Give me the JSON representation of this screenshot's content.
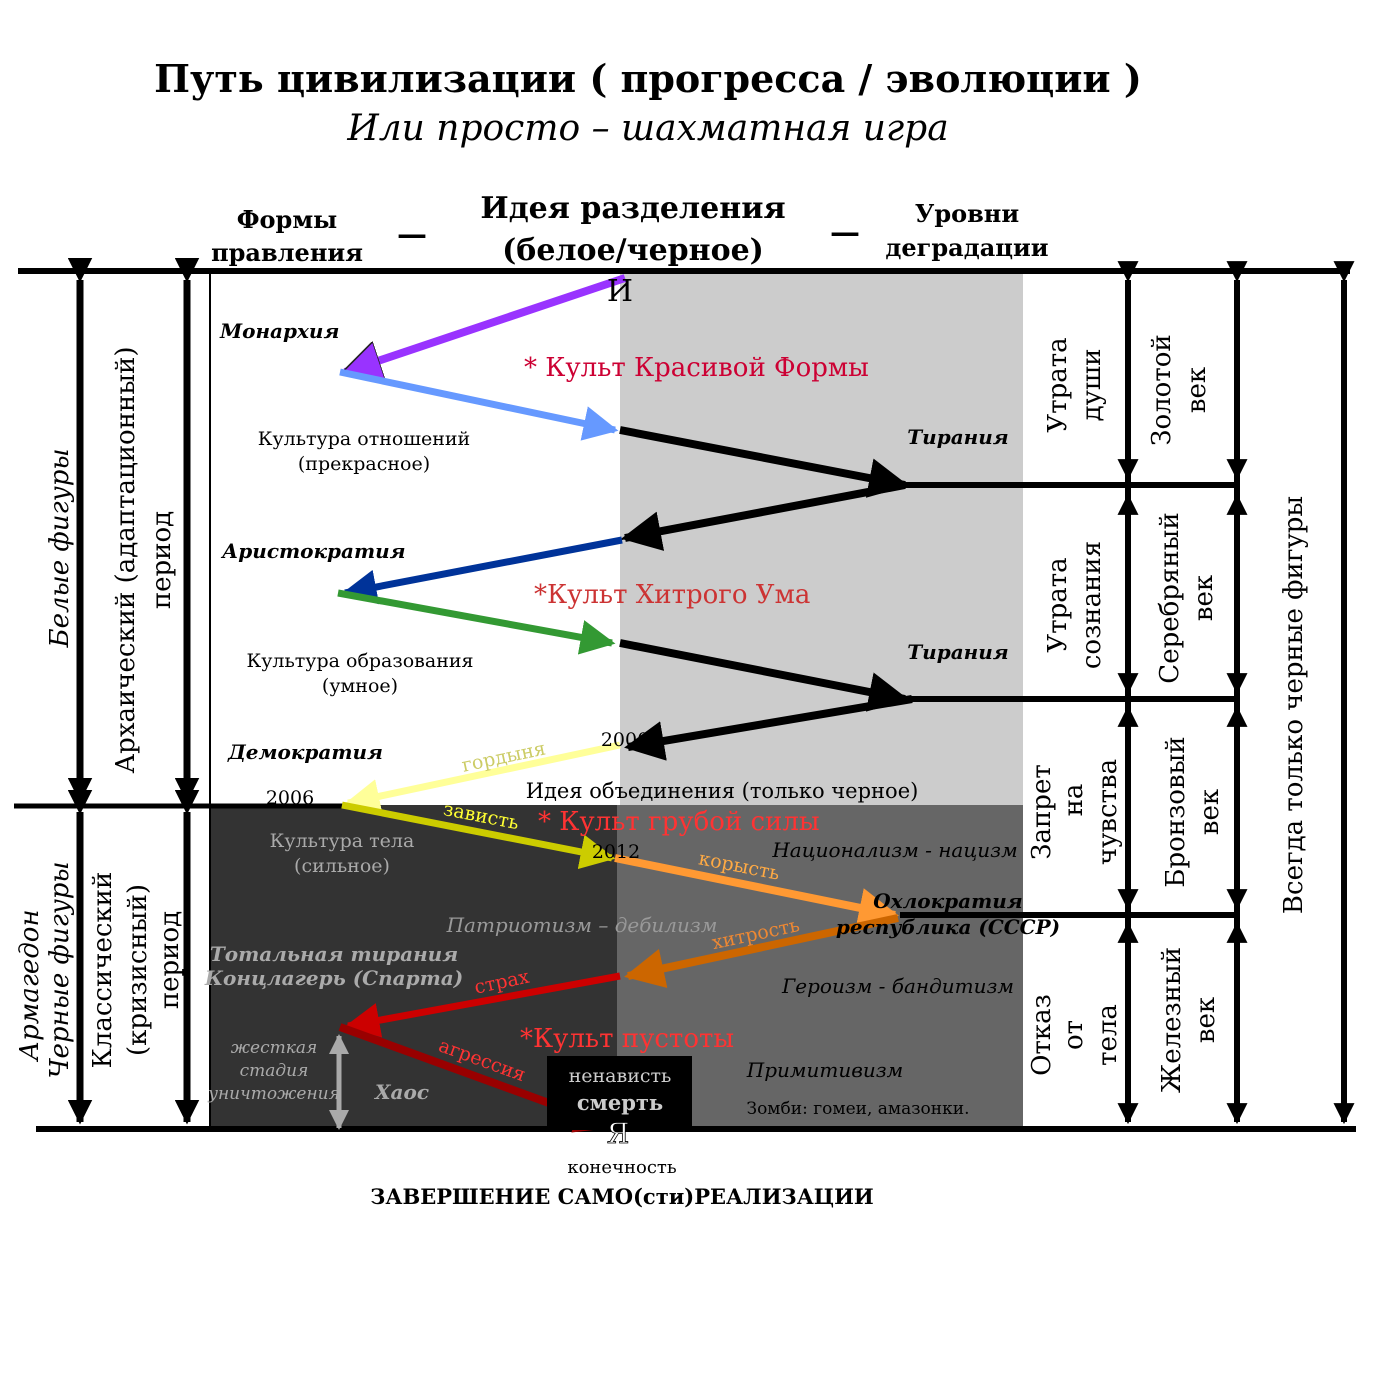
{
  "title": "Путь цивилизации ( прогресса / эволюции )",
  "subtitle": "Или просто – шахматная игра",
  "headers": {
    "forms_line1": "Формы",
    "forms_line2": "правления",
    "dash": "—",
    "idea_line1": "Идея разделения",
    "idea_line2": "(белое/черное)",
    "levels_line1": "Уровни",
    "levels_line2": "деградации"
  },
  "start_letter": "И",
  "end_letter": "Я",
  "left_labels": {
    "white_figures": "Белые фигуры",
    "archaic_line1": "Архаический (адаптационный)",
    "archaic_line2": "период",
    "armageddon": "Армагедон",
    "black_figures": "Черные фигуры",
    "classic_line1": "Классический",
    "classic_line2": "(кризисный)",
    "classic_line3": "период"
  },
  "forms": {
    "monarchy": "Монархия",
    "aristocracy": "Аристократия",
    "democracy": "Демократия",
    "total_tyranny_line1": "Тотальная тирания",
    "total_tyranny_line2": "Концлагерь (Спарта)",
    "harsh_line1": "жесткая",
    "harsh_line2": "стадия",
    "harsh_line3": "уничтожения",
    "chaos": "Хаос"
  },
  "cultures": {
    "relations_line1": "Культура отношений",
    "relations_line2": "(прекрасное)",
    "education_line1": "Культура образования",
    "education_line2": "(умное)",
    "body_line1": "Культура тела",
    "body_line2": "(сильное)"
  },
  "cults": {
    "beautiful_form": "* Культ Красивой Формы",
    "cunning_mind": "*Культ Хитрого Ума",
    "brute_force": "* Культ грубой силы",
    "emptiness": "*Культ пустоты"
  },
  "tyranny": "Тирания",
  "years": {
    "y2000": "2000",
    "y2006": "2006",
    "y2012": "2012"
  },
  "arrow_labels": {
    "pride": "гордыня",
    "envy": "зависть",
    "greed": "корысть",
    "cunning": "хитрость",
    "fear": "страх",
    "aggression": "агрессия"
  },
  "unification_idea": "Идея объединения (только черное)",
  "right_texts": {
    "nationalism": "Национализм - нацизм",
    "ochlocracy": "Охлократия",
    "republic": "республика (СССР)",
    "patriotism": "Патриотизм – дебилизм",
    "heroism": "Героизм - бандитизм",
    "primitivism": "Примитивизм",
    "zombie": "Зомби: гомеи, амазонки."
  },
  "hate_box": {
    "hate": "ненависть",
    "death": "смерть"
  },
  "losses": {
    "soul_line1": "Утрата",
    "soul_line2": "души",
    "consciousness_line1": "Утрата",
    "consciousness_line2": "сознания",
    "feelings_line1": "Запрет",
    "feelings_line2": "на",
    "feelings_line3": "чувства",
    "body_line1": "Отказ",
    "body_line2": "от",
    "body_line3": "тела"
  },
  "ages": {
    "gold_line1": "Золотой",
    "gold_line2": "век",
    "silver_line1": "Серебряный",
    "silver_line2": "век",
    "bronze_line1": "Бронзовый",
    "bronze_line2": "век",
    "iron_line1": "Железный",
    "iron_line2": "век"
  },
  "always_black": "Всегда только черные фигуры",
  "bottom": {
    "finiteness": "конечность",
    "completion": "ЗАВЕРШЕНИЕ  САМО(сти)РЕАЛИЗАЦИИ"
  },
  "colors": {
    "gray_zone": "#cccccc",
    "dark_left": "#333333",
    "dark_right": "#666666",
    "purple": "#9933ff",
    "light_blue": "#6699ff",
    "navy": "#003399",
    "green": "#339933",
    "pale_yellow": "#ffff99",
    "olive_yellow": "#cccc00",
    "orange": "#ff9933",
    "dark_orange": "#cc6600",
    "red": "#cc0000",
    "dark_red": "#990000",
    "cult_red": "#cc3333",
    "cult_crimson": "#cc0033"
  }
}
